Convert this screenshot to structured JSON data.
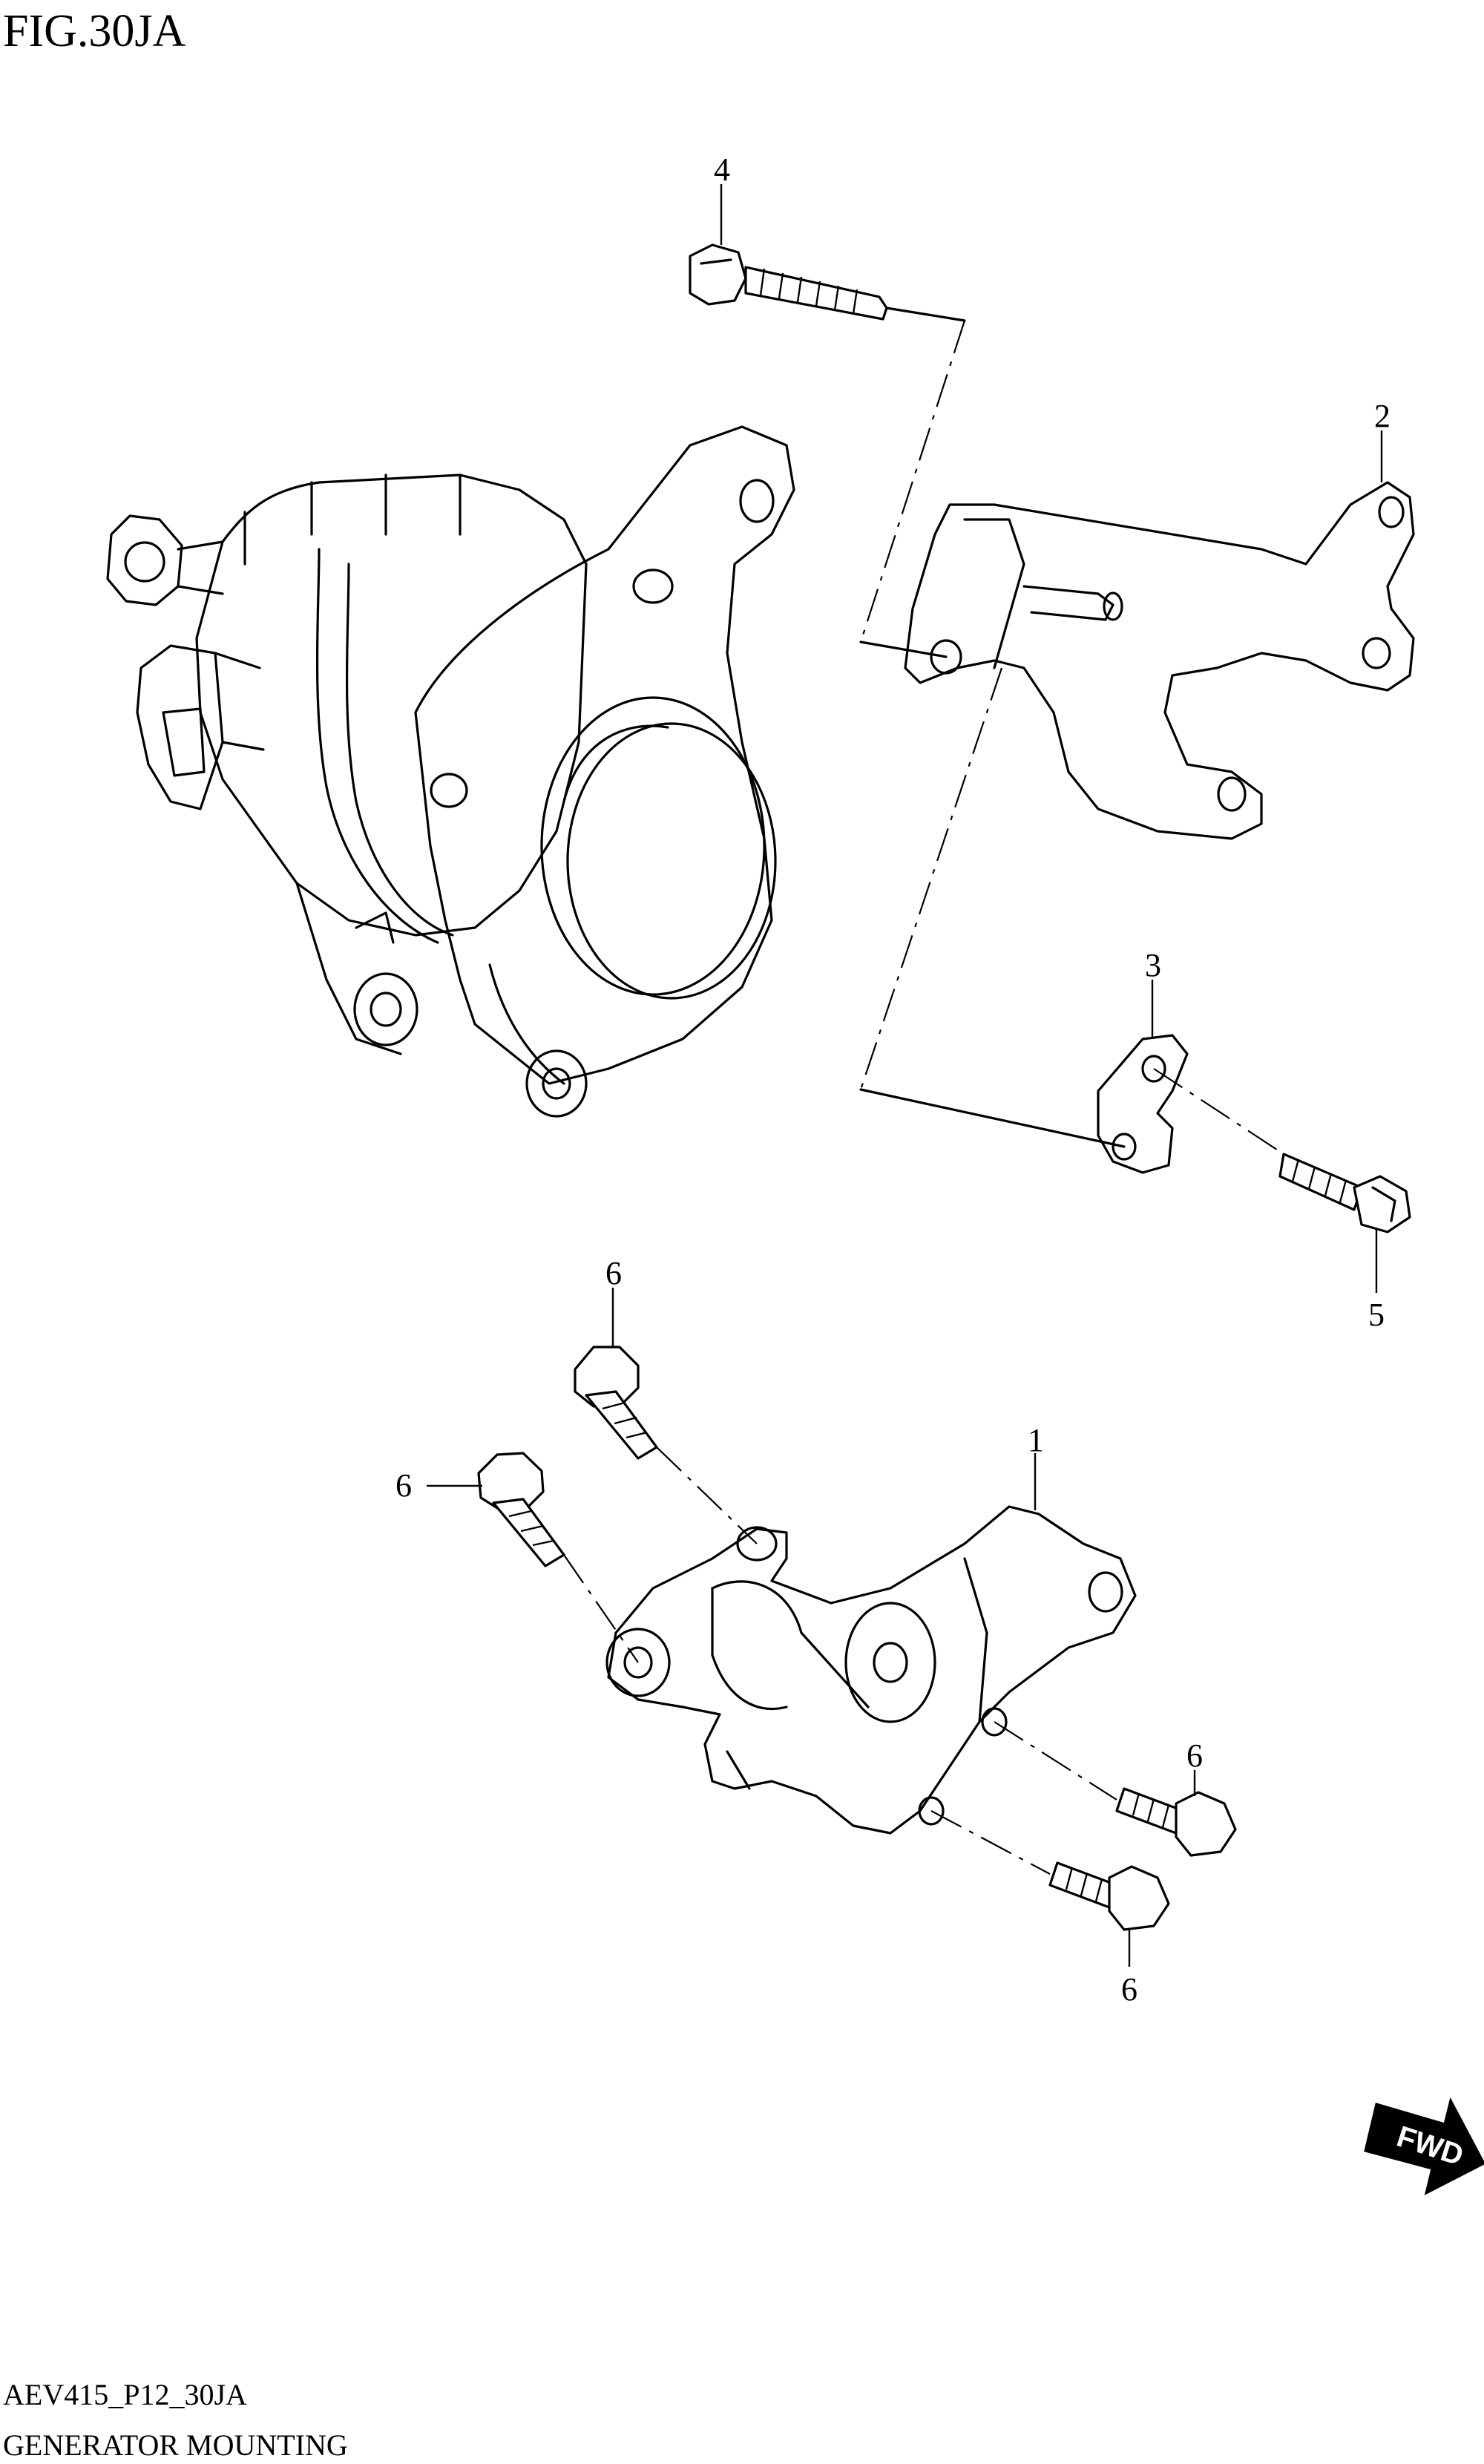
{
  "figure": {
    "id": "FIG.30JA",
    "code": "AEV415_P12_30JA",
    "caption": "GENERATOR MOUNTING"
  },
  "callouts": [
    {
      "part": "1"
    },
    {
      "part": "2"
    },
    {
      "part": "3"
    },
    {
      "part": "4"
    },
    {
      "part": "5"
    },
    {
      "part": "6"
    },
    {
      "part": "6"
    },
    {
      "part": "6"
    },
    {
      "part": "6"
    }
  ],
  "direction_arrow": {
    "label": "FWD",
    "icon": "fwd-arrow-icon"
  }
}
